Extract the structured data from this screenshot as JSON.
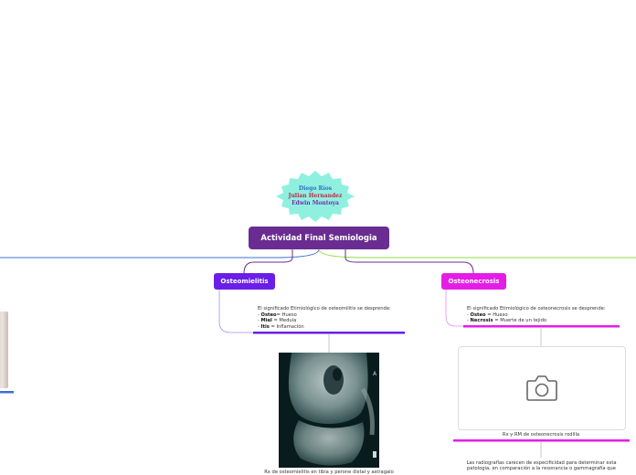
{
  "authors": [
    "Diego Ríos",
    "Julian Hernandez",
    "Edwin Montoya"
  ],
  "root": {
    "label": "Actividad Final Semiologia"
  },
  "osteomielitis": {
    "label": "Osteomielitis",
    "intro": "El significado Etimiológico de osteomilitis se desprende:",
    "items": [
      {
        "term": "Osteo",
        "meaning": "= Hueso"
      },
      {
        "term": "Miel",
        "meaning": "= Medula"
      },
      {
        "term": "Itis",
        "meaning": "= Inflamación"
      }
    ],
    "image_caption": "Rx de osteomielitis en tibia y perone distal y astragalo"
  },
  "osteonecrosis": {
    "label": "Osteonecrosis",
    "intro": "El significado Etimiológico de osteonecrosis se desprende:",
    "items": [
      {
        "term": "Osteo",
        "meaning": "= Hueso"
      },
      {
        "term": "Necrosis",
        "meaning": "= Muerte de un tejido"
      }
    ],
    "image_caption": "Rx y RM de osteonecrosis rodilla",
    "note_line1": "Las radiografías carecen de especificidad para determinar esta",
    "note_line2": "patologia, en comparación a la resonancia o gammagrafía que"
  },
  "colors": {
    "root": "#6a2c91",
    "osteomielitis": "#6a1ee8",
    "osteonecrosis": "#e41de6",
    "left_branch": "#3a6fd8",
    "right_branch": "#8fdd3c",
    "authors_bg": "#8ff0e0"
  },
  "icons": {
    "image_placeholder": "camera-icon"
  }
}
